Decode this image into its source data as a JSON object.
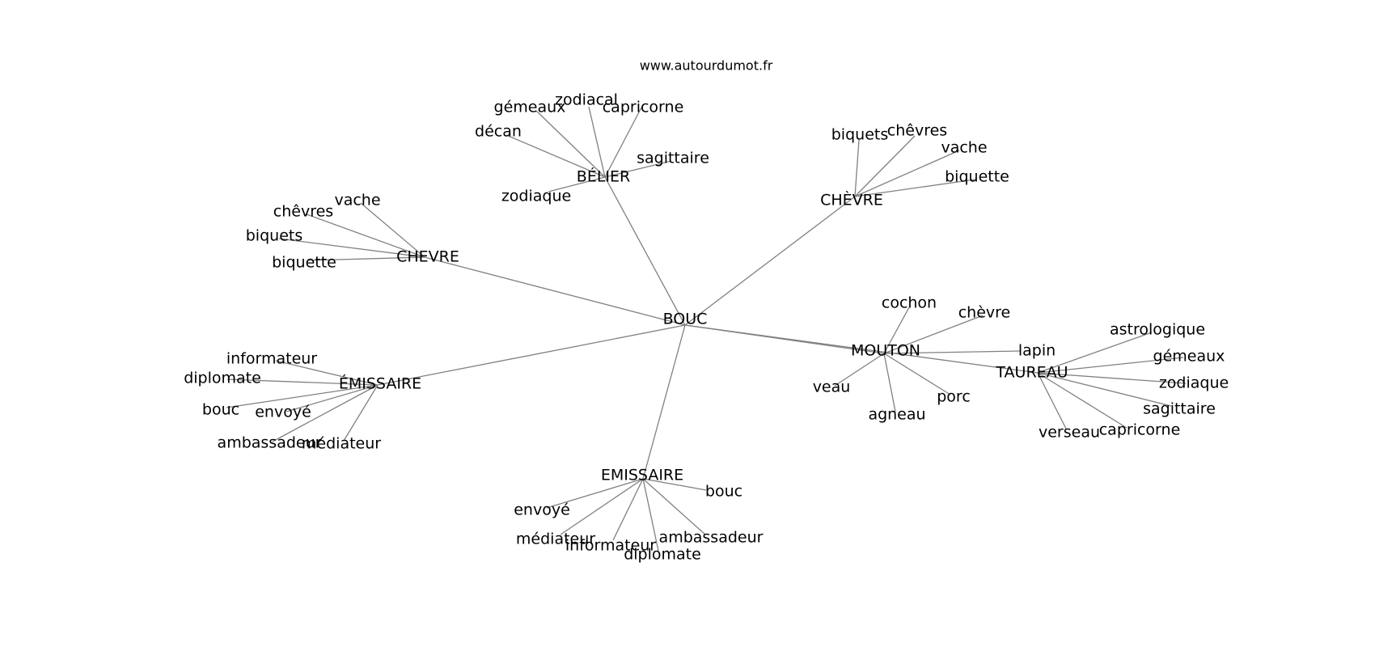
{
  "site": "www.autourdumot.fr",
  "colors": {
    "edge": "#808080",
    "text": "#000000",
    "background": "#ffffff"
  },
  "nodes": [
    {
      "id": "bouc_center",
      "label": "BOUC"
    },
    {
      "id": "belier",
      "label": "BÉLIER"
    },
    {
      "id": "chevre_acc",
      "label": "CHÈVRE"
    },
    {
      "id": "chevre",
      "label": "CHEVRE"
    },
    {
      "id": "emissaire_acc",
      "label": "ÉMISSAIRE"
    },
    {
      "id": "emissaire",
      "label": "EMISSAIRE"
    },
    {
      "id": "mouton",
      "label": "MOUTON"
    },
    {
      "id": "taureau",
      "label": "TAUREAU"
    },
    {
      "id": "b_zodiacal",
      "label": "zodiacal"
    },
    {
      "id": "b_gemeaux",
      "label": "gémeaux"
    },
    {
      "id": "b_capricorne",
      "label": "capricorne"
    },
    {
      "id": "b_decan",
      "label": "décan"
    },
    {
      "id": "b_sagittaire",
      "label": "sagittaire"
    },
    {
      "id": "b_zodiaque",
      "label": "zodiaque"
    },
    {
      "id": "ca_biquets",
      "label": "biquets"
    },
    {
      "id": "ca_chevres",
      "label": "chêvres"
    },
    {
      "id": "ca_vache",
      "label": "vache"
    },
    {
      "id": "ca_biquette",
      "label": "biquette"
    },
    {
      "id": "c_vache",
      "label": "vache"
    },
    {
      "id": "c_chevres",
      "label": "chêvres"
    },
    {
      "id": "c_biquets",
      "label": "biquets"
    },
    {
      "id": "c_biquette",
      "label": "biquette"
    },
    {
      "id": "ea_informateur",
      "label": "informateur"
    },
    {
      "id": "ea_diplomate",
      "label": "diplomate"
    },
    {
      "id": "ea_bouc",
      "label": "bouc"
    },
    {
      "id": "ea_envoye",
      "label": "envoyé"
    },
    {
      "id": "ea_ambassadeur",
      "label": "ambassadeur"
    },
    {
      "id": "ea_mediateur",
      "label": "médiateur"
    },
    {
      "id": "e_bouc",
      "label": "bouc"
    },
    {
      "id": "e_envoye",
      "label": "envoyé"
    },
    {
      "id": "e_mediateur",
      "label": "médiateur"
    },
    {
      "id": "e_informateur",
      "label": "informateur"
    },
    {
      "id": "e_diplomate",
      "label": "diplomate"
    },
    {
      "id": "e_ambassadeur",
      "label": "ambassadeur"
    },
    {
      "id": "m_cochon",
      "label": "cochon"
    },
    {
      "id": "m_chevre",
      "label": "chèvre"
    },
    {
      "id": "m_lapin",
      "label": "lapin"
    },
    {
      "id": "m_veau",
      "label": "veau"
    },
    {
      "id": "m_agneau",
      "label": "agneau"
    },
    {
      "id": "m_porc",
      "label": "porc"
    },
    {
      "id": "t_astrologique",
      "label": "astrologique"
    },
    {
      "id": "t_gemeaux",
      "label": "gémeaux"
    },
    {
      "id": "t_zodiaque",
      "label": "zodiaque"
    },
    {
      "id": "t_sagittaire",
      "label": "sagittaire"
    },
    {
      "id": "t_capricorne",
      "label": "capricorne"
    },
    {
      "id": "t_verseau",
      "label": "verseau"
    }
  ],
  "edges": [
    [
      "bouc_center",
      "belier"
    ],
    [
      "bouc_center",
      "chevre_acc"
    ],
    [
      "bouc_center",
      "chevre"
    ],
    [
      "bouc_center",
      "emissaire_acc"
    ],
    [
      "bouc_center",
      "emissaire"
    ],
    [
      "bouc_center",
      "mouton"
    ],
    [
      "bouc_center",
      "taureau"
    ],
    [
      "belier",
      "b_zodiacal"
    ],
    [
      "belier",
      "b_gemeaux"
    ],
    [
      "belier",
      "b_capricorne"
    ],
    [
      "belier",
      "b_decan"
    ],
    [
      "belier",
      "b_sagittaire"
    ],
    [
      "belier",
      "b_zodiaque"
    ],
    [
      "chevre_acc",
      "ca_biquets"
    ],
    [
      "chevre_acc",
      "ca_chevres"
    ],
    [
      "chevre_acc",
      "ca_vache"
    ],
    [
      "chevre_acc",
      "ca_biquette"
    ],
    [
      "chevre",
      "c_vache"
    ],
    [
      "chevre",
      "c_chevres"
    ],
    [
      "chevre",
      "c_biquets"
    ],
    [
      "chevre",
      "c_biquette"
    ],
    [
      "emissaire_acc",
      "ea_informateur"
    ],
    [
      "emissaire_acc",
      "ea_diplomate"
    ],
    [
      "emissaire_acc",
      "ea_bouc"
    ],
    [
      "emissaire_acc",
      "ea_envoye"
    ],
    [
      "emissaire_acc",
      "ea_ambassadeur"
    ],
    [
      "emissaire_acc",
      "ea_mediateur"
    ],
    [
      "emissaire",
      "e_bouc"
    ],
    [
      "emissaire",
      "e_envoye"
    ],
    [
      "emissaire",
      "e_mediateur"
    ],
    [
      "emissaire",
      "e_informateur"
    ],
    [
      "emissaire",
      "e_diplomate"
    ],
    [
      "emissaire",
      "e_ambassadeur"
    ],
    [
      "mouton",
      "m_cochon"
    ],
    [
      "mouton",
      "m_chevre"
    ],
    [
      "mouton",
      "m_lapin"
    ],
    [
      "mouton",
      "m_veau"
    ],
    [
      "mouton",
      "m_agneau"
    ],
    [
      "mouton",
      "m_porc"
    ],
    [
      "taureau",
      "t_astrologique"
    ],
    [
      "taureau",
      "t_gemeaux"
    ],
    [
      "taureau",
      "t_zodiaque"
    ],
    [
      "taureau",
      "t_sagittaire"
    ],
    [
      "taureau",
      "t_capricorne"
    ],
    [
      "taureau",
      "t_verseau"
    ]
  ]
}
